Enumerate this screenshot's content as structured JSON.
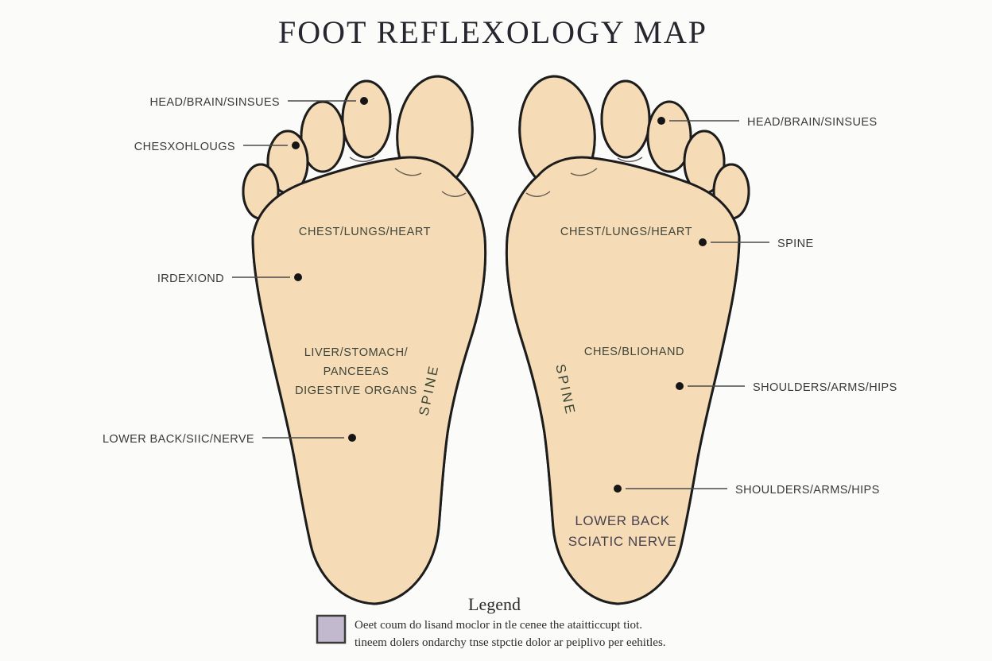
{
  "title": "FOOT REFLEXOLOGY MAP",
  "colors": {
    "bg": "#fbfbf9",
    "skin": "#f6dcb6",
    "toe": "#a9c3dd",
    "ball": "#a5c79f",
    "arch-left": "#f6dd8e",
    "arch-right": "#eda264",
    "heel": "#b6adc5",
    "stripe-blue": "#a9c9e4",
    "stripe-green": "#b9db8e",
    "outline": "#1d1d1d",
    "line": "#4a4a4a",
    "label": "#3a3a3a",
    "region-label": "#3e4439",
    "title-ink": "#26262e",
    "swatch": "#c2b9ce"
  },
  "left_foot": {
    "callouts": {
      "head": "HEAD/BRAIN/SINSUES",
      "chest": "CHESXOHLOUGS",
      "index": "IRDEXIOND",
      "lower_back": "LOWER BACK/SIIC/NERVE"
    },
    "regions": {
      "ball": "CHEST/LUNGS/HEART",
      "arch_line1": "LIVER/STOMACH/",
      "arch_line2": "PANCEEAS",
      "arch_line3": "DIGESTIVE ORGANS",
      "spine": "SPINE"
    }
  },
  "right_foot": {
    "callouts": {
      "head": "HEAD/BRAIN/SINSUES",
      "spine": "SPINE",
      "shoulders_upper": "SHOULDERS/ARMS/HIPS",
      "shoulders_lower": "SHOULDERS/ARMS/HIPS"
    },
    "regions": {
      "ball": "CHEST/LUNGS/HEART",
      "arch": "CHES/BLIOHAND",
      "spine": "SPINE",
      "heel_line1": "LOWER BACK",
      "heel_line2": "SCIATIC NERVE"
    }
  },
  "legend": {
    "heading": "Legend",
    "line1": "Oeet coum do lisand moclor in tle cenee the ataitticcupt tiot.",
    "line2": "tineem dolers ondarchy tnse stpctie dolor ar peiplivo per eehitles."
  }
}
